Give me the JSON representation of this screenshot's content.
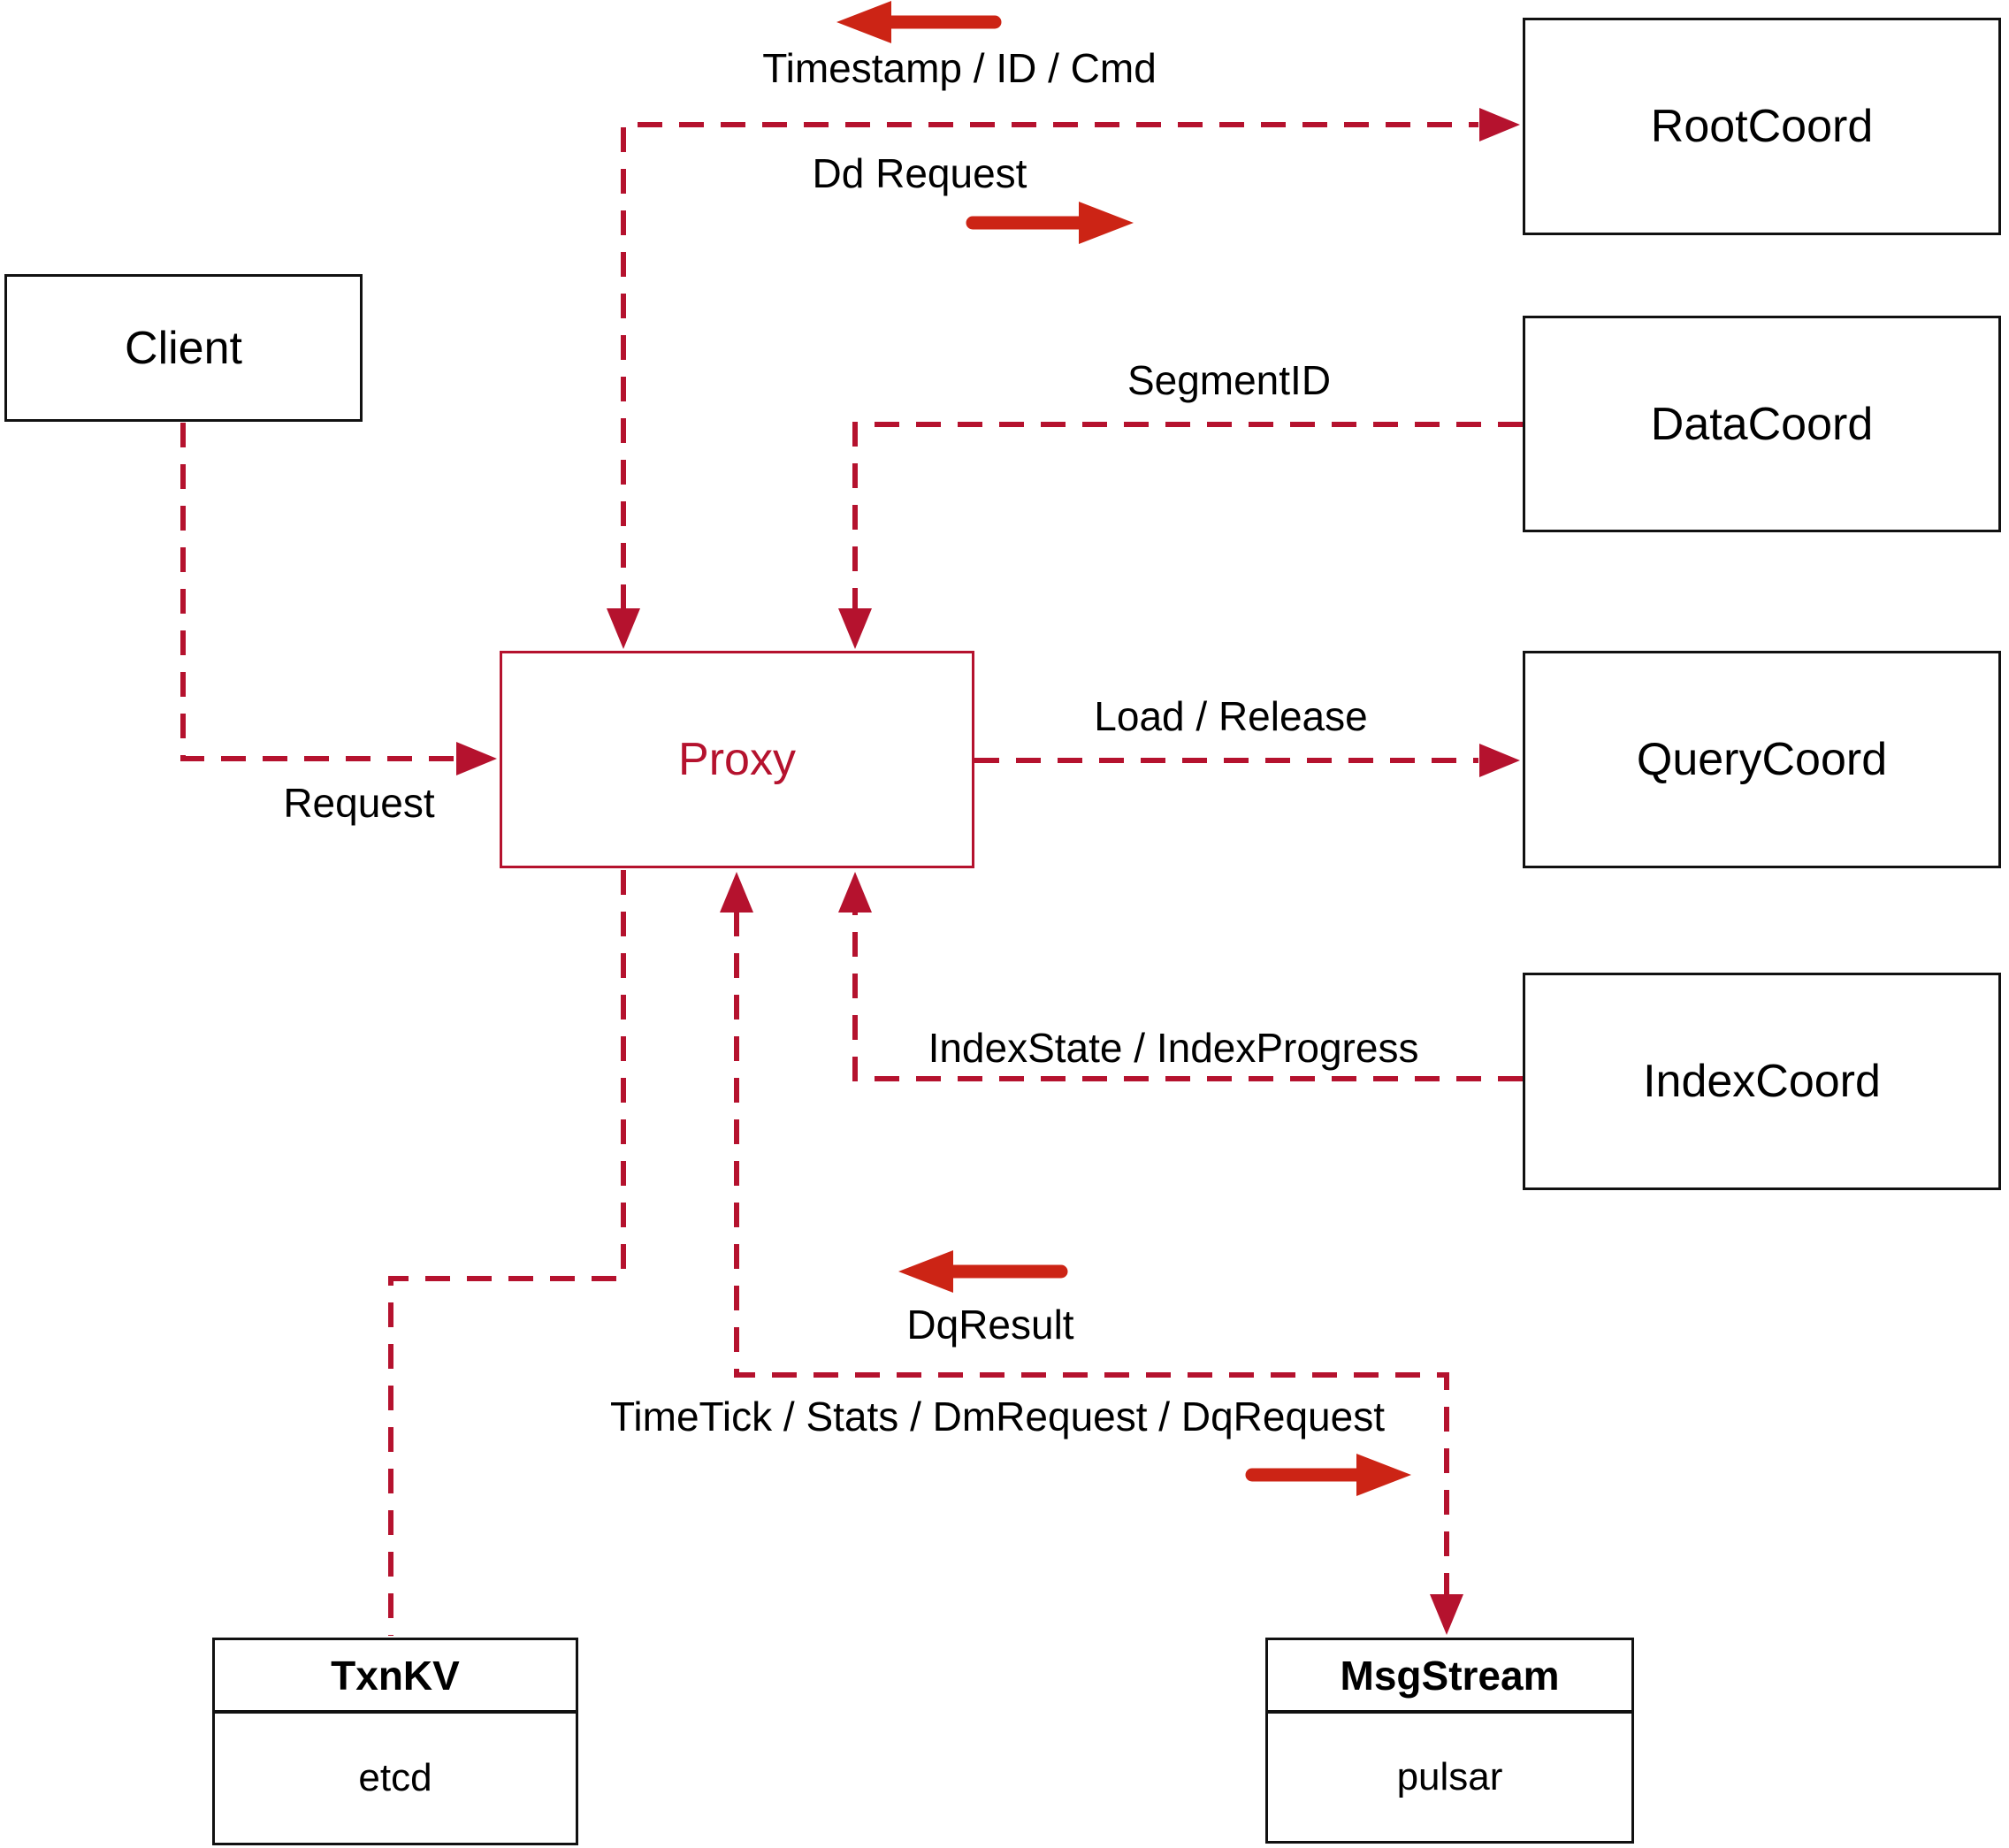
{
  "diagram": {
    "nodes": {
      "client": {
        "label": "Client"
      },
      "proxy": {
        "label": "Proxy"
      },
      "rootcoord": {
        "label": "RootCoord"
      },
      "datacoord": {
        "label": "DataCoord"
      },
      "querycoord": {
        "label": "QueryCoord"
      },
      "indexcoord": {
        "label": "IndexCoord"
      },
      "txnkv": {
        "label": "TxnKV",
        "sublabel": "etcd"
      },
      "msgstream": {
        "label": "MsgStream",
        "sublabel": "pulsar"
      }
    },
    "labels": {
      "timestamp": "Timestamp / ID / Cmd",
      "dd_request": "Dd Request",
      "segment_id": "SegmentID",
      "load_release": "Load / Release",
      "index_state": "IndexState / IndexProgress",
      "request": "Request",
      "dq_result": "DqResult",
      "time_tick": "TimeTick / Stats / DmRequest / DqRequest"
    },
    "edges": [
      {
        "from": "proxy",
        "to": "rootcoord",
        "style": "dashed",
        "arrowheads": "both"
      },
      {
        "from": "datacoord",
        "to": "proxy",
        "style": "dashed",
        "arrowheads": "end"
      },
      {
        "from": "proxy",
        "to": "querycoord",
        "style": "dashed",
        "arrowheads": "end"
      },
      {
        "from": "indexcoord",
        "to": "proxy",
        "style": "dashed",
        "arrowheads": "end"
      },
      {
        "from": "client",
        "to": "proxy",
        "style": "dashed",
        "arrowheads": "end"
      },
      {
        "from": "proxy",
        "to": "txnkv",
        "style": "dashed",
        "arrowheads": "none"
      },
      {
        "from": "proxy",
        "to": "msgstream",
        "style": "dashed",
        "arrowheads": "both"
      }
    ]
  },
  "colors": {
    "c-line": "#b5122e",
    "c-arrow": "#cc2415",
    "c-border": "#111111",
    "c-text": "#000000",
    "c-bg": "#ffffff"
  }
}
